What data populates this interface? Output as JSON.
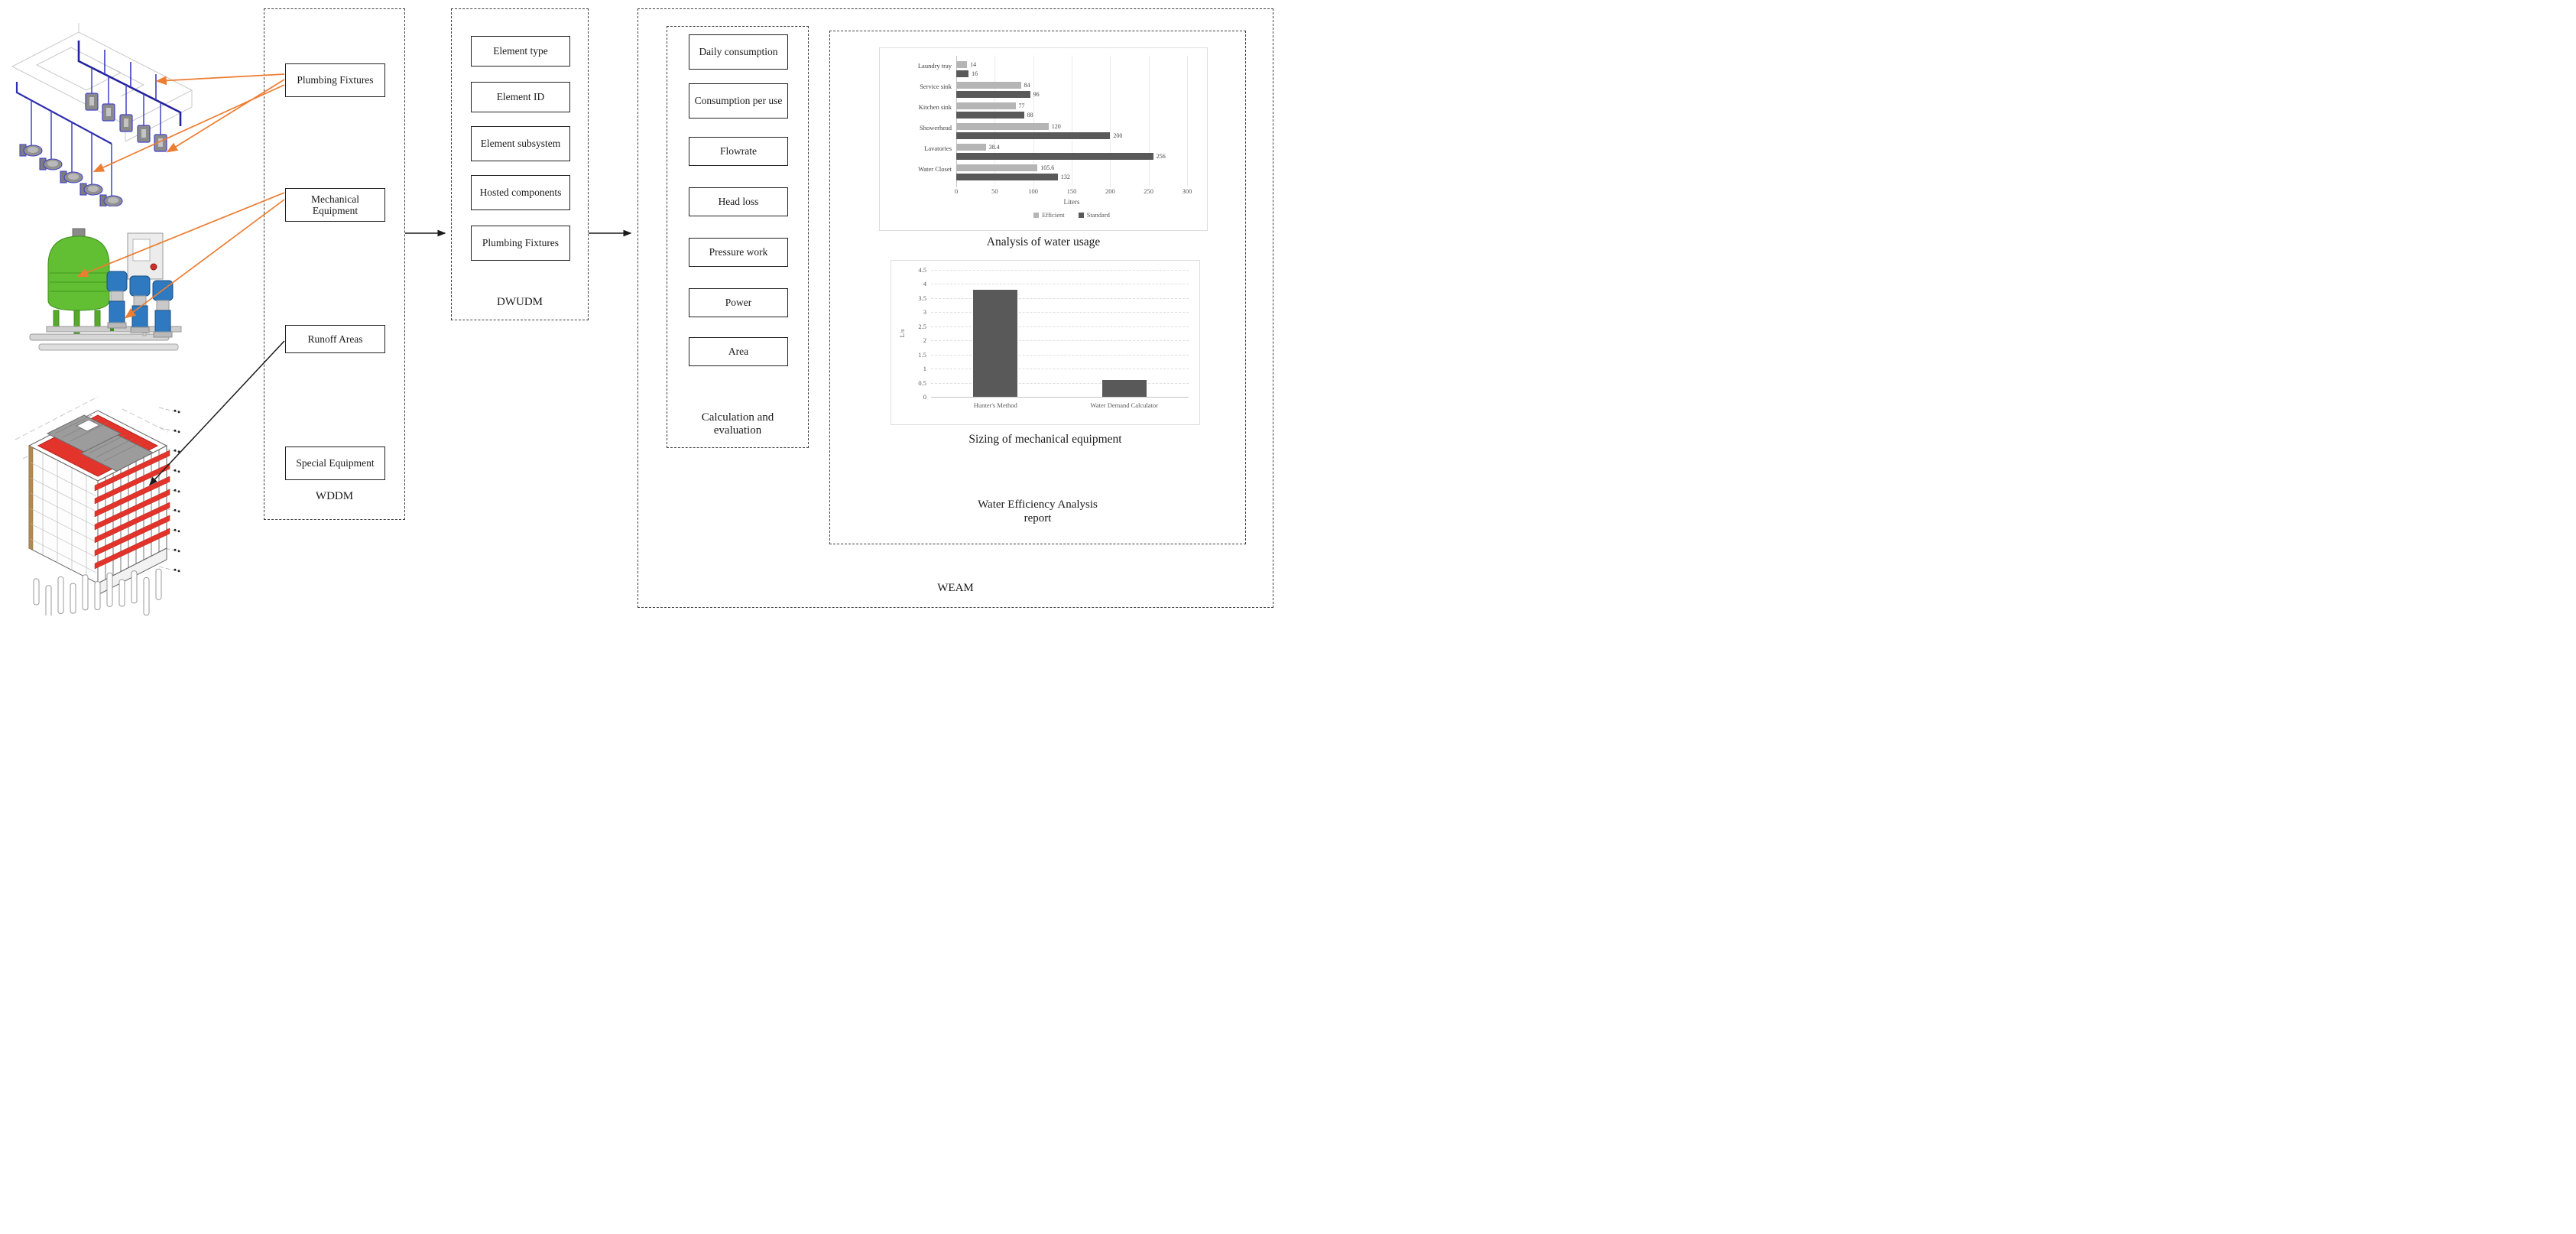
{
  "diagram": {
    "wddm": {
      "label": "WDDM",
      "boxes": [
        "Plumbing Fixtures",
        "Mechanical Equipment",
        "Runoff Areas",
        "Special Equipment"
      ]
    },
    "dwudm": {
      "label": "DWUDM",
      "boxes": [
        "Element type",
        "Element ID",
        "Element subsystem",
        "Hosted components",
        "Plumbing Fixtures"
      ]
    },
    "weam": {
      "label": "WEAM",
      "calculation": {
        "label": "Calculation and evaluation",
        "boxes": [
          "Daily consumption",
          "Consumption per use",
          "Flowrate",
          "Head loss",
          "Pressure work",
          "Power",
          "Area"
        ]
      },
      "report": {
        "label": "Water Efficiency Analysis report"
      }
    },
    "illustrations": {
      "plumbing": "plumbing-fixtures-3d-model",
      "pumps": "booster-pump-set-3d-model",
      "building": "building-runoff-areas-3d-model"
    }
  },
  "colors": {
    "accent_orange": "#ED7D31",
    "bar_light": "#B5B5B5",
    "bar_dark": "#595959",
    "pipe_blue": "#2B2BA6",
    "tank_green": "#62BE33",
    "pump_blue": "#2E79C0",
    "highlight_red": "#E3342C"
  },
  "chart_data": [
    {
      "type": "bar",
      "orientation": "horizontal",
      "title": "Analysis of water usage",
      "categories": [
        "Laundry tray",
        "Service sink",
        "Kitchen sink",
        "Showerhead",
        "Lavatories",
        "Water Closet"
      ],
      "series": [
        {
          "name": "Efficient",
          "color": "#B5B5B5",
          "values": [
            14,
            84,
            77,
            120,
            38.4,
            105.6
          ]
        },
        {
          "name": "Standard",
          "color": "#595959",
          "values": [
            16,
            96,
            88,
            200,
            256,
            132
          ]
        }
      ],
      "xlabel": "Liters",
      "xlim": [
        0,
        300
      ],
      "xticks": [
        0,
        50,
        100,
        150,
        200,
        250,
        300
      ],
      "legend_position": "bottom",
      "grid": true
    },
    {
      "type": "bar",
      "orientation": "vertical",
      "title": "Sizing of mechanical equipment",
      "categories": [
        "Hunter's Method",
        "Water Demand Calculator"
      ],
      "values": [
        3.8,
        0.6
      ],
      "bar_color": "#595959",
      "ylabel": "L/s",
      "ylim": [
        0,
        4.5
      ],
      "ytick_step": 0.5,
      "grid": true
    }
  ]
}
